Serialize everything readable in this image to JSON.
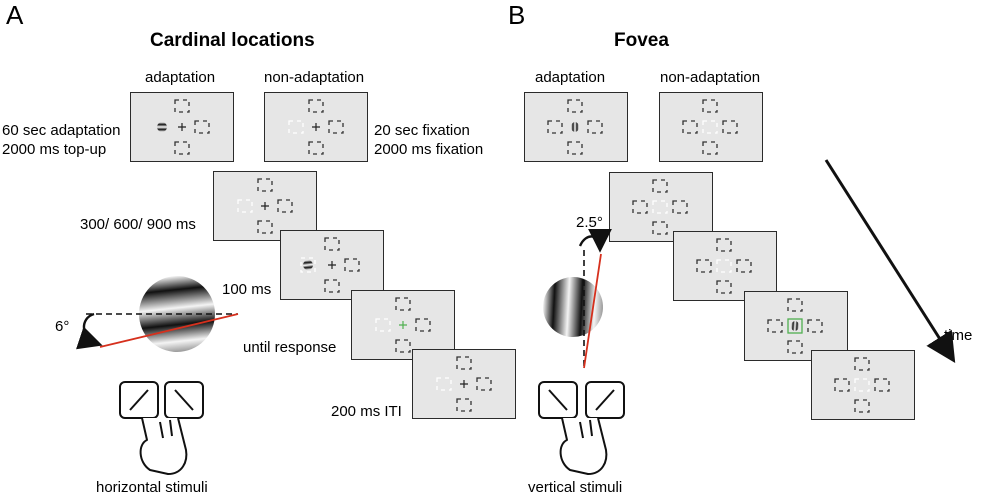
{
  "panel_a": {
    "letter": "A",
    "title": "Cardinal locations",
    "col_adaptation": "adaptation",
    "col_non_adaptation": "non-adaptation",
    "adapt_duration": [
      "60 sec adaptation",
      "2000 ms top-up"
    ],
    "fixation_duration": [
      "20 sec fixation",
      "2000 ms fixation"
    ],
    "isi": "300/ 600/ 900 ms",
    "target": "100 ms",
    "response": "until response",
    "iti": "200 ms ITI",
    "angle": "6°",
    "stimuli_label": "horizontal stimuli"
  },
  "panel_b": {
    "letter": "B",
    "title": "Fovea",
    "col_adaptation": "adaptation",
    "col_non_adaptation": "non-adaptation",
    "angle": "2.5°",
    "time_label": "time",
    "stimuli_label": "vertical stimuli"
  },
  "colors": {
    "frame_fill": "#e6e6e6",
    "tilt_line": "#d6301d",
    "response_cue": "#4fb04f",
    "placeholder_dark": "#333333",
    "placeholder_light": "#ffffff"
  }
}
